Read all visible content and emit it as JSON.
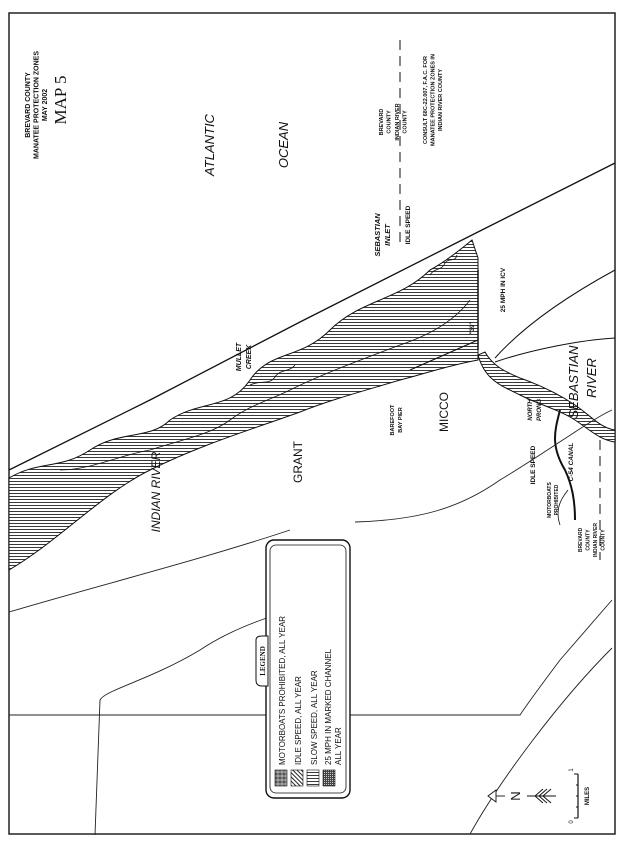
{
  "title": {
    "line1": "BREVARD COUNTY",
    "line2": "MANATEE PROTECTION ZONES",
    "line3": "MAY 2002",
    "map_number": "MAP 5"
  },
  "water_labels": {
    "atlantic": "ATLANTIC",
    "ocean": "OCEAN",
    "indian_river": "INDIAN RIVER",
    "sebastian_river_1": "SEBASTIAN",
    "sebastian_river_2": "RIVER",
    "sebastian_inlet_1": "SEBASTIAN",
    "sebastian_inlet_2": "INLET",
    "mullet_creek_1": "MULLET",
    "mullet_creek_2": "CREEK",
    "north_prong_1": "NORTH",
    "north_prong_2": "PRONG",
    "c54_canal": "C-54 CANAL"
  },
  "places": {
    "grant": "GRANT",
    "micco": "MICCO",
    "barefoot_1": "BAREFOOT",
    "barefoot_2": "BAY PIER"
  },
  "annotations": {
    "idle_speed_inlet": "IDLE SPEED",
    "mph_icv": "25 MPH IN ICV",
    "marker_39": "\"39\"",
    "idle_speed_canal": "IDLE SPEED",
    "motorboats_1": "MOTORBOATS",
    "motorboats_2": "PROHIBITED"
  },
  "county_line_top": {
    "north_1": "BREVARD",
    "north_2": "COUNTY",
    "south_1": "INDIAN RIVER",
    "south_2": "COUNTY"
  },
  "county_line_bottom": {
    "north_1": "BREVARD",
    "north_2": "COUNTY",
    "south_1": "INDIAN RIVER",
    "south_2": "COUNTY"
  },
  "note": {
    "line1": "CONSULT 68C-22.007, F.A.C. FOR",
    "line2": "MANATEE PROTECTION ZONES IN",
    "line3": "INDIAN RIVER COUNTY"
  },
  "legend": {
    "title": "LEGEND",
    "items": [
      {
        "label": "MOTORBOATS PROHIBITED, ALL YEAR",
        "pattern": "motorboats-prohibited"
      },
      {
        "label": "IDLE SPEED, ALL YEAR",
        "pattern": "idle-speed"
      },
      {
        "label": "SLOW SPEED, ALL YEAR",
        "pattern": "slow-speed"
      },
      {
        "label": "25 MPH IN MARKED CHANNEL",
        "label2": "ALL YEAR",
        "pattern": "25-mph"
      }
    ]
  },
  "compass": {
    "north": "N"
  },
  "scale": {
    "start": "0",
    "end": "1",
    "unit": "MILES"
  }
}
